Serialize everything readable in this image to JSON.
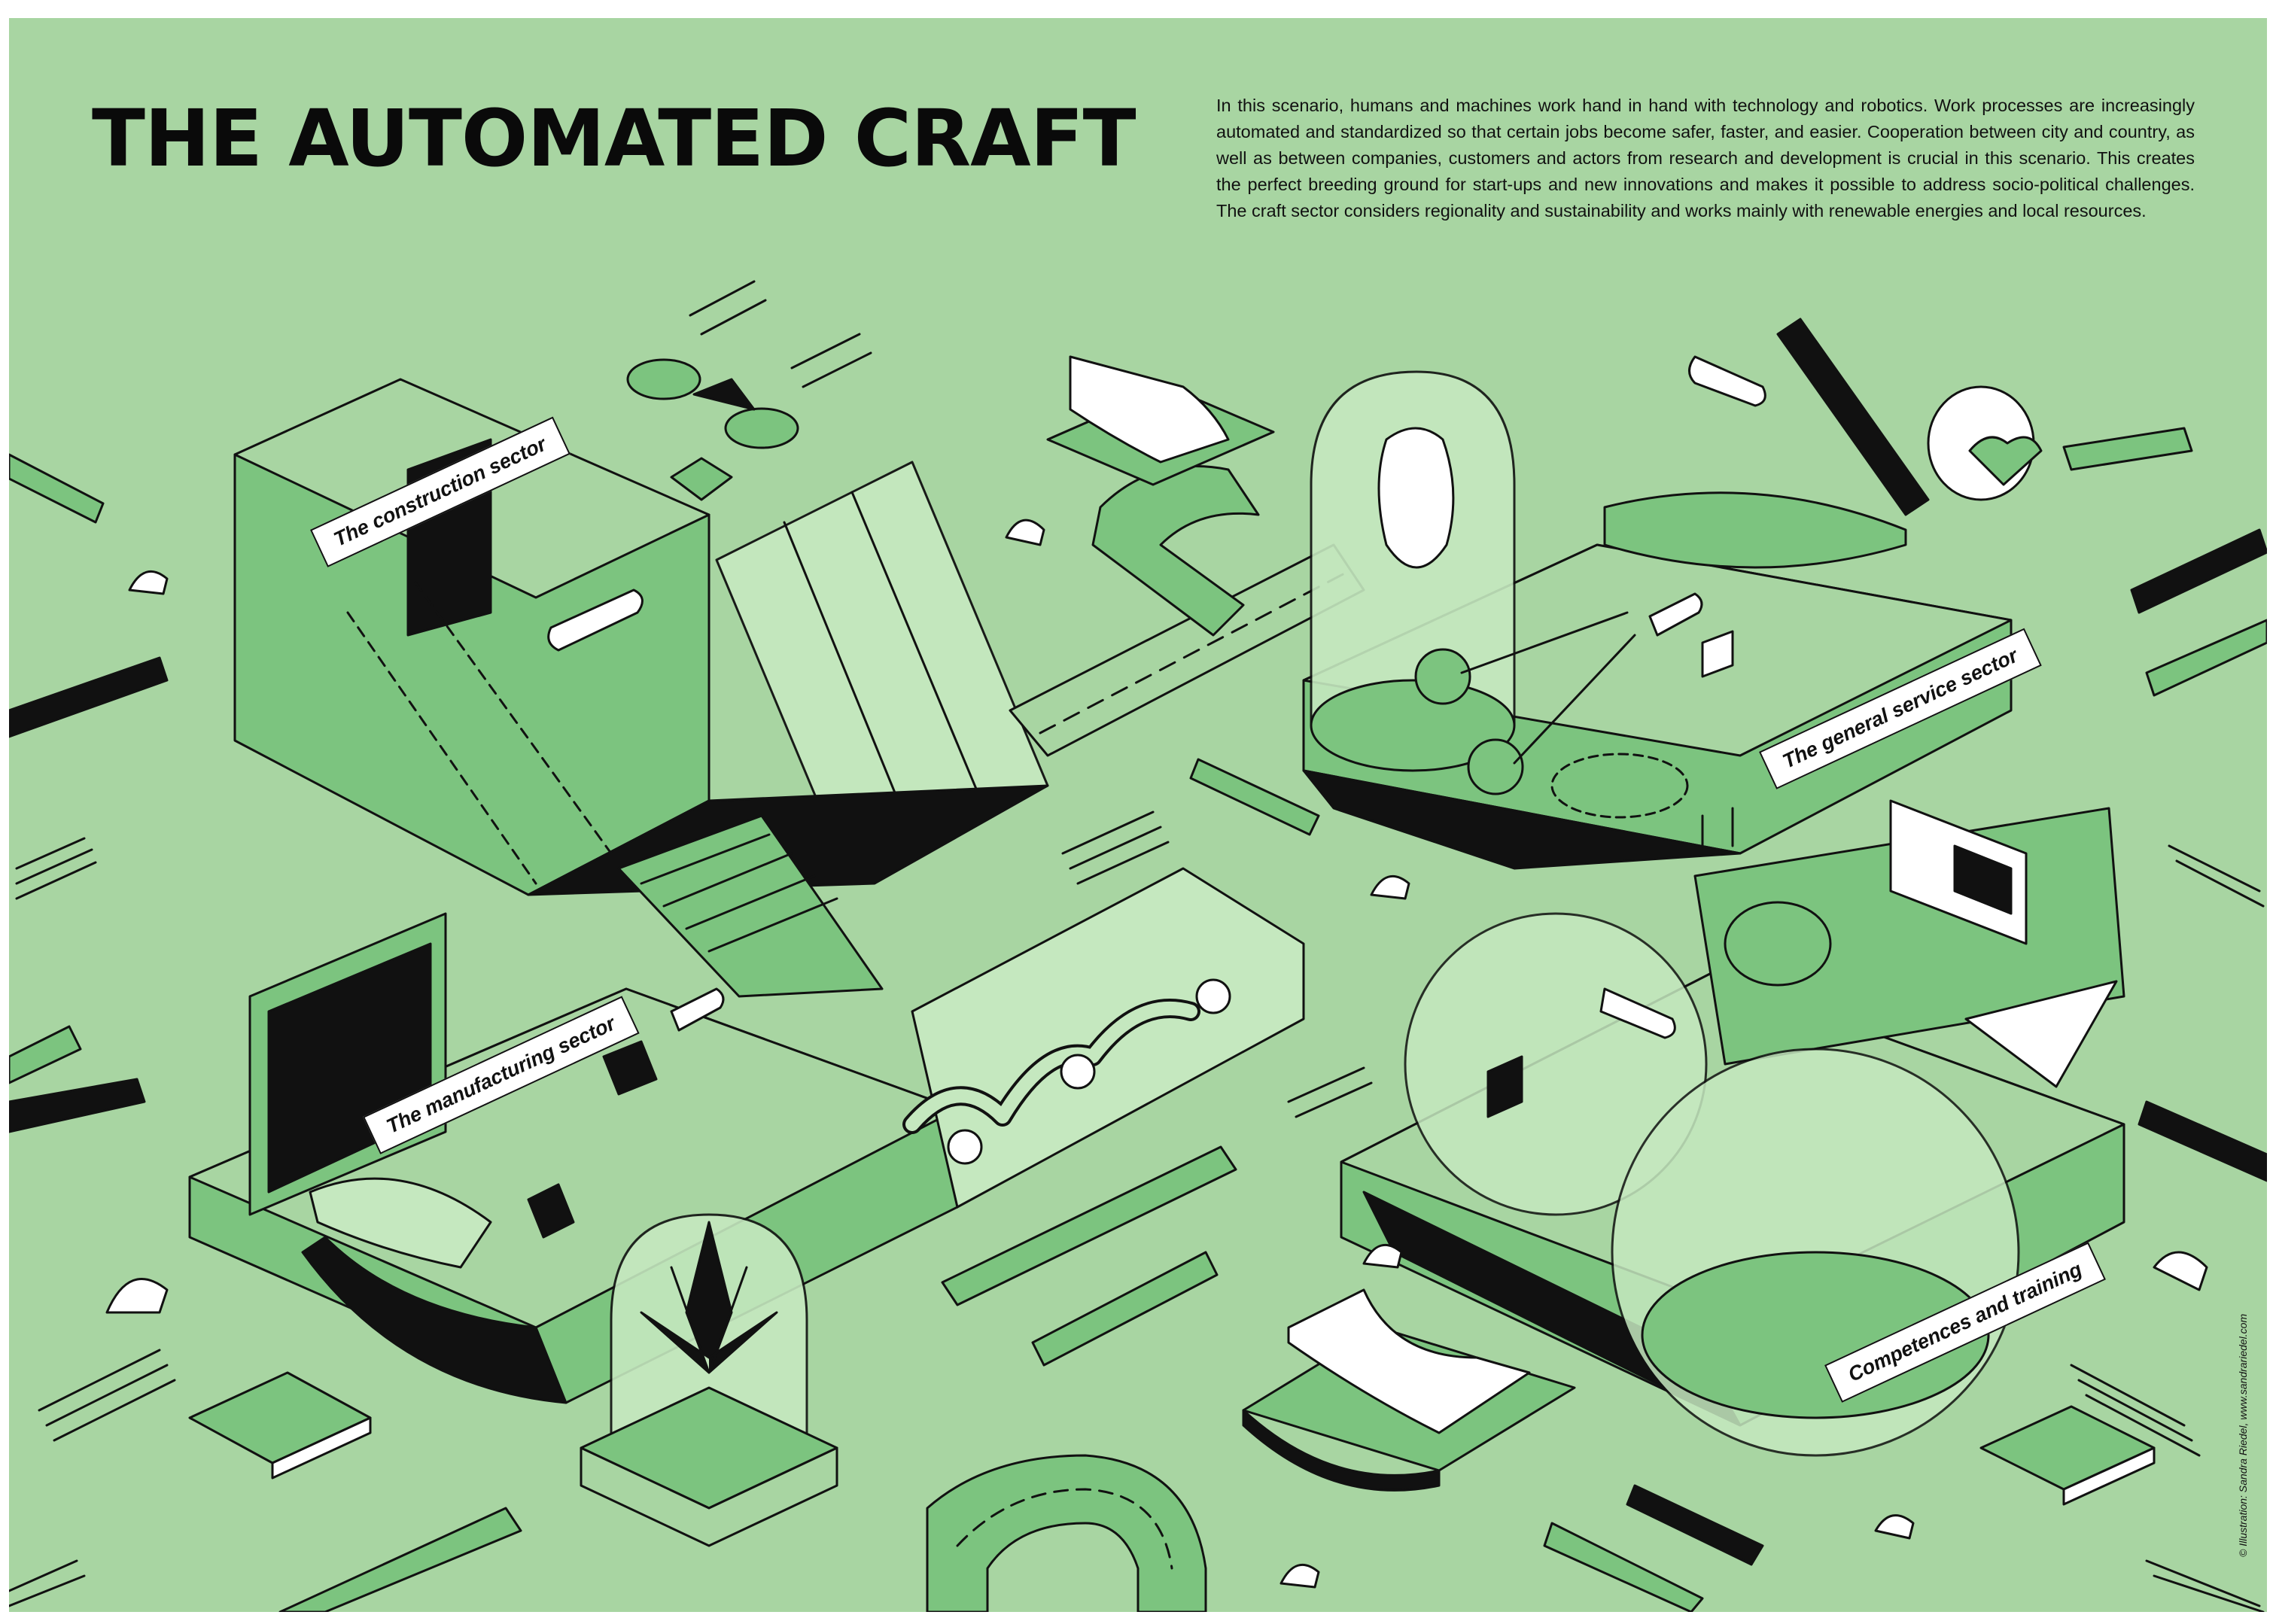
{
  "poster": {
    "title": "THE AUTOMATED CRAFT",
    "intro": "In this scenario, humans and machines work hand in hand with technology and robotics. Work processes are increasingly automated and standardized so that certain jobs become safer, faster, and easier. Cooperation between city and country, as well as between companies, customers and actors from research and development is crucial in this scenario. This creates the perfect breeding ground for start-ups and new innovations and makes it possible to address socio-political challenges. The craft sector considers regionality and sustainability and works mainly with renewable energies and local resources.",
    "credit": "© Illustration: Sandra Riedel, www.sandrariedel.com"
  },
  "sectors": {
    "construction": "The construction sector",
    "manufacturing": "The manufacturing sector",
    "service": "The general service sector",
    "competences": "Competences and training"
  },
  "colors": {
    "background": "#a8d5a2",
    "mid_green": "#7cc47f",
    "light_green": "#c5e8bf",
    "ink": "#111111"
  }
}
